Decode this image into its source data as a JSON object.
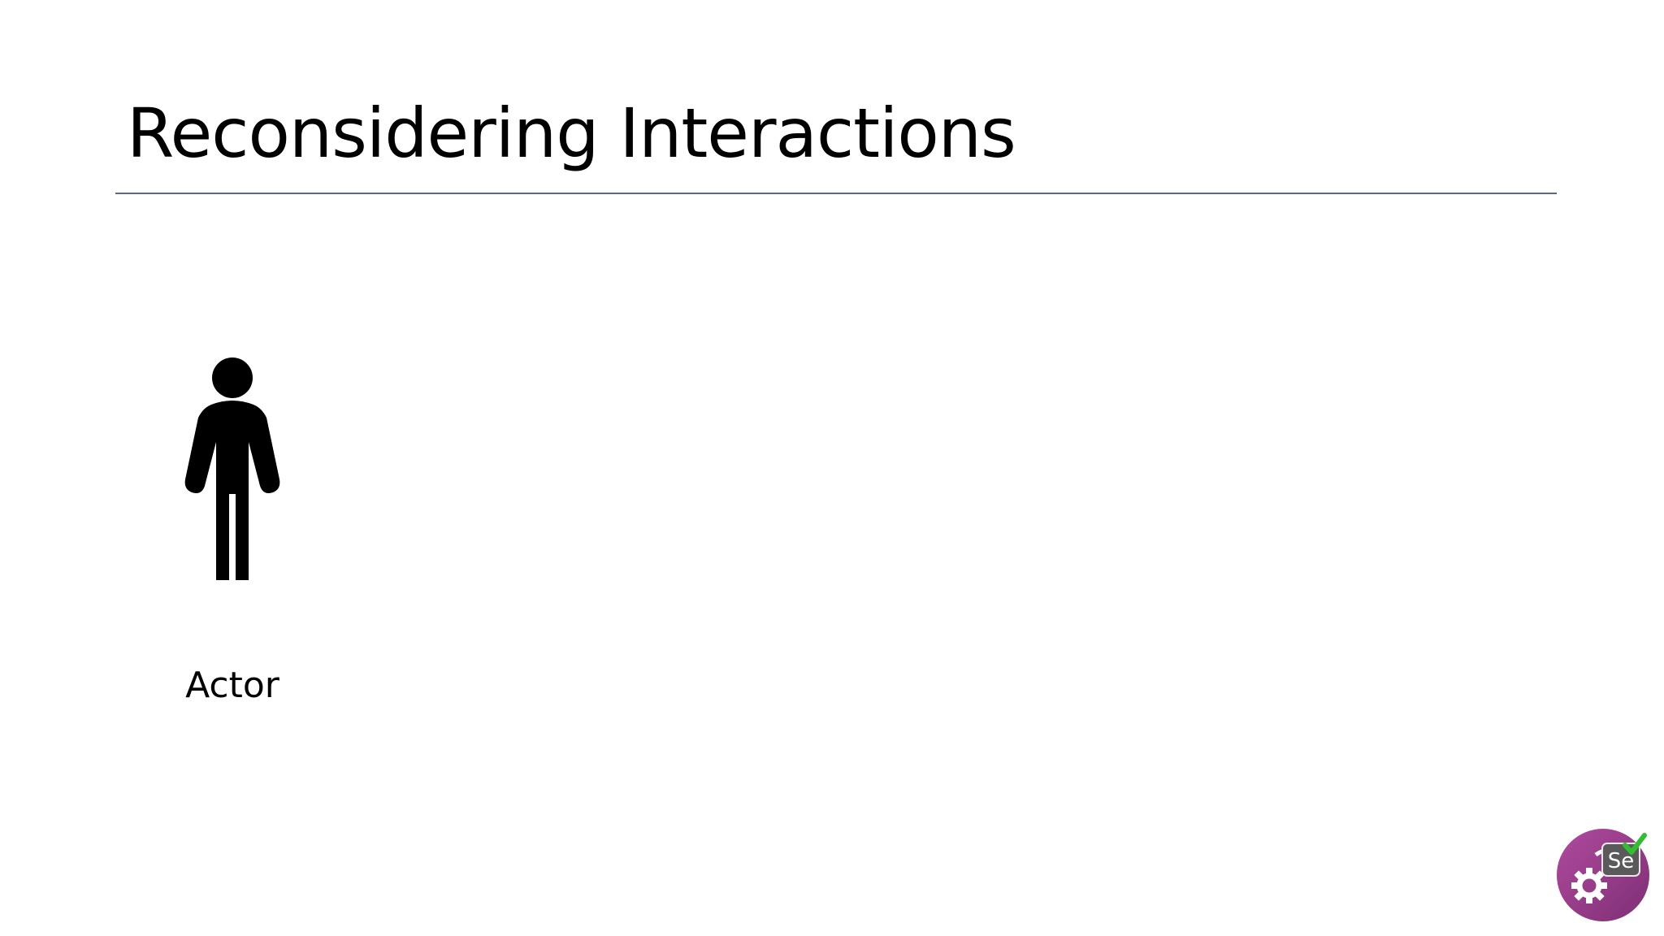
{
  "slide": {
    "title": "Reconsidering Interactions",
    "actor": {
      "icon": "person-icon",
      "label": "Actor"
    },
    "badge": {
      "icon": "selenium-gear-badge-icon",
      "text": "Se",
      "colors": {
        "circle": "#9b3f8c",
        "tile": "#5a5a5a",
        "check": "#2fbf2f",
        "gear": "#ffffff"
      }
    },
    "colors": {
      "background": "#ffffff",
      "text": "#000000",
      "rule": "#5b6a82"
    }
  }
}
